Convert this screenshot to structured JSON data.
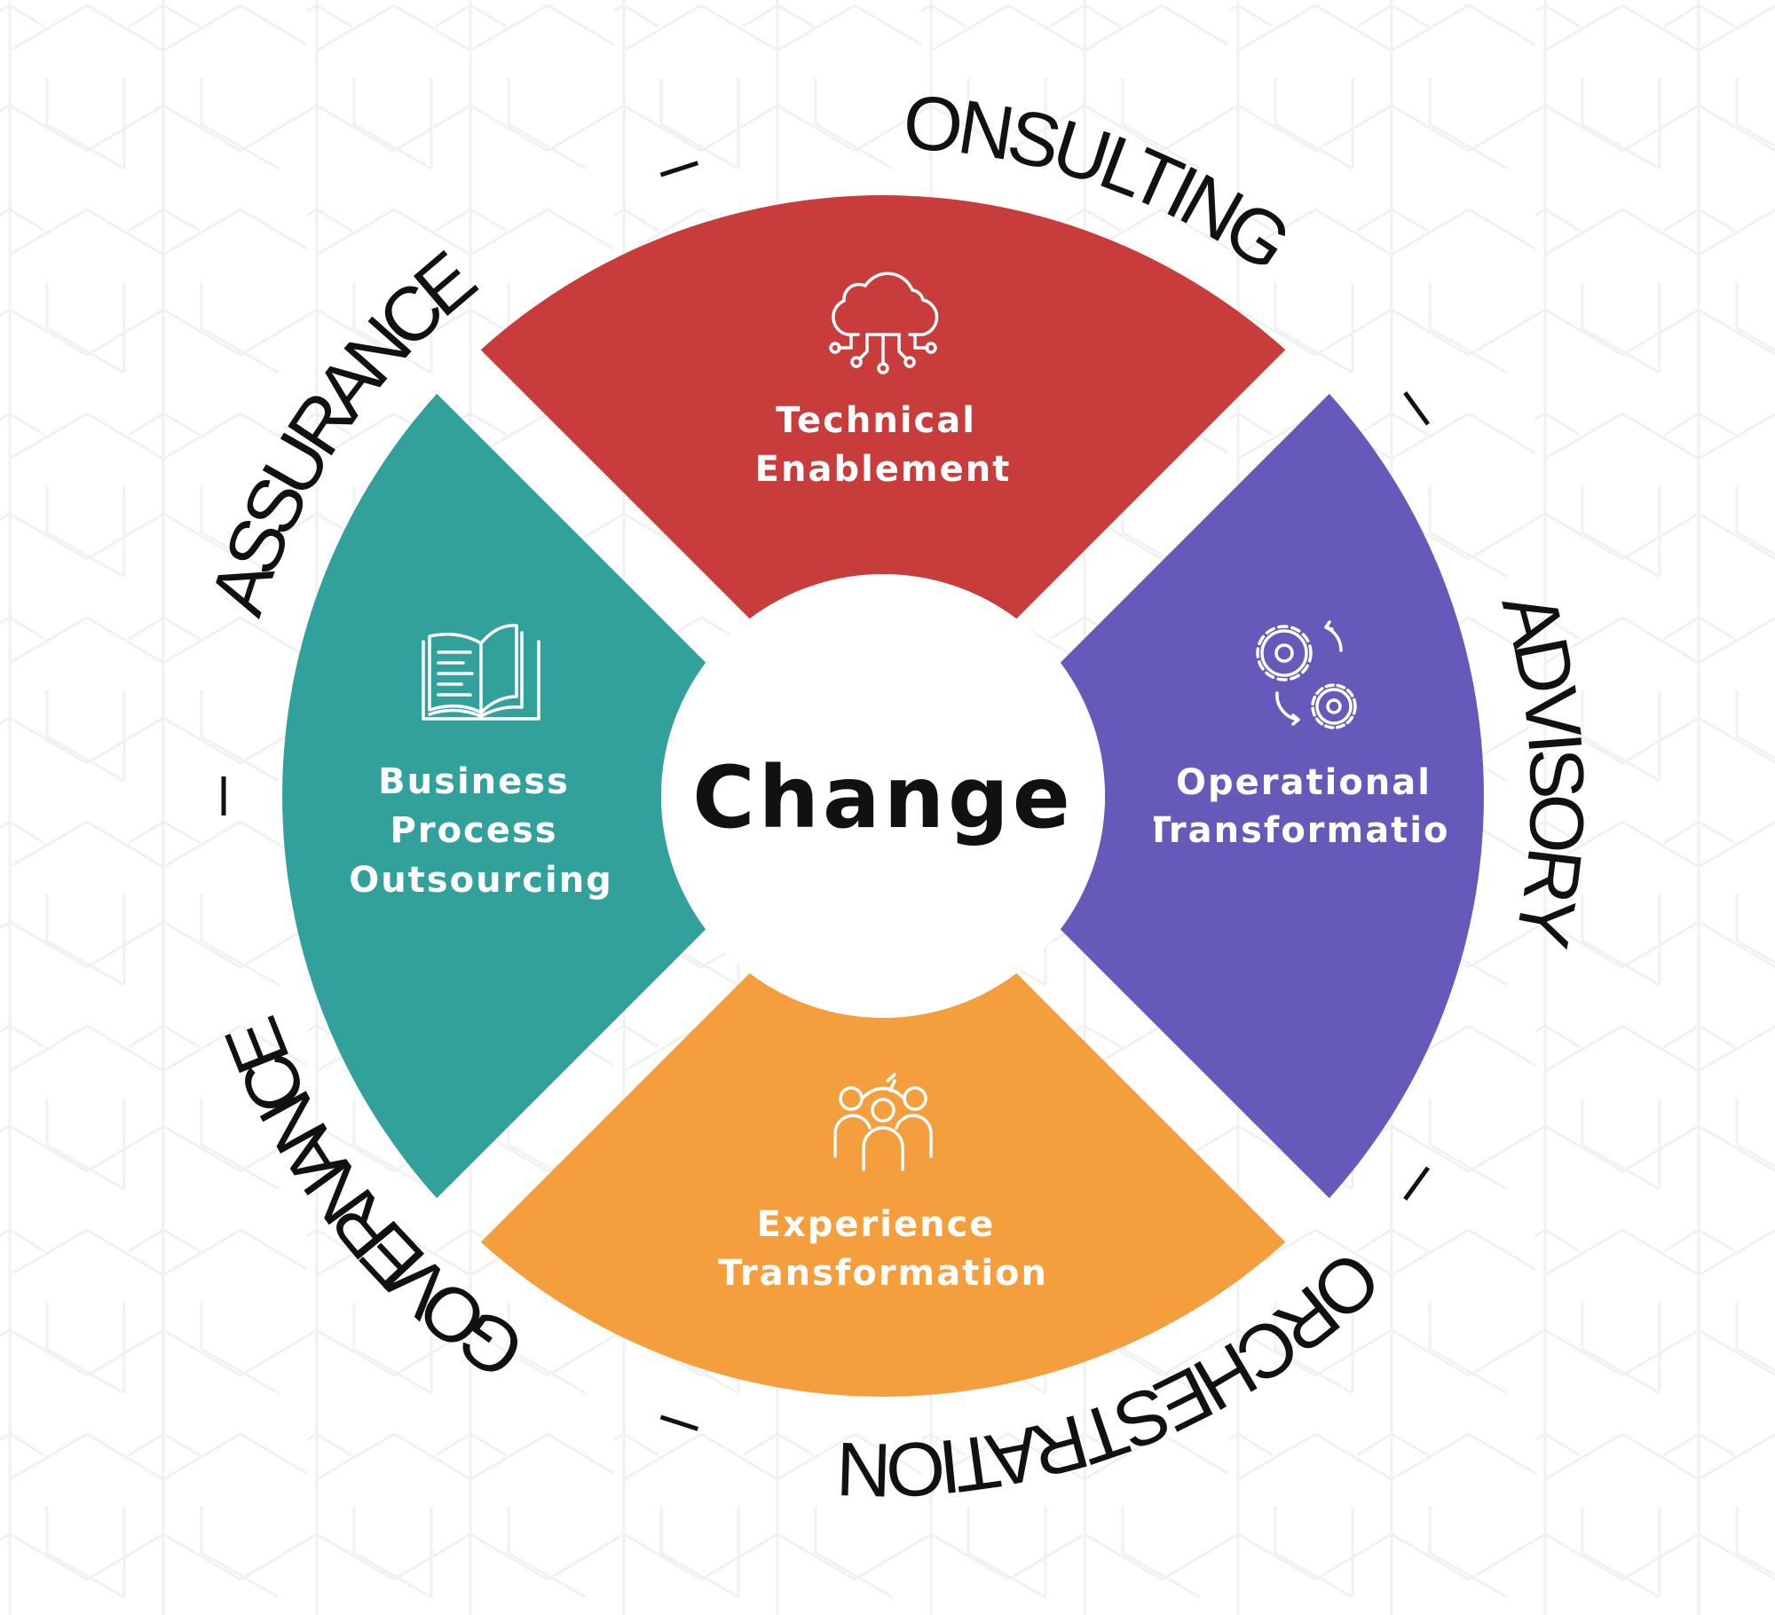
{
  "center": {
    "label": "Change"
  },
  "segments": [
    {
      "id": "technical",
      "lines": [
        "Technical",
        "Enablement"
      ],
      "icon": "cloud-network-icon",
      "color": "#c83c3c"
    },
    {
      "id": "operational",
      "lines": [
        "Operational",
        "Transformation"
      ],
      "icon": "gears-icon",
      "color": "#6559b9"
    },
    {
      "id": "experience",
      "lines": [
        "Experience",
        "Transformation"
      ],
      "icon": "people-network-icon",
      "color": "#f59e3e"
    },
    {
      "id": "business",
      "lines": [
        "Business",
        "Process",
        "Outsourcing"
      ],
      "icon": "open-book-icon",
      "color": "#33a19b"
    }
  ],
  "ring_labels": [
    "CONSULTING",
    "ADVISORY",
    "ORCHESTRATION",
    "GOVERNANCE",
    "ASSURANCE"
  ]
}
